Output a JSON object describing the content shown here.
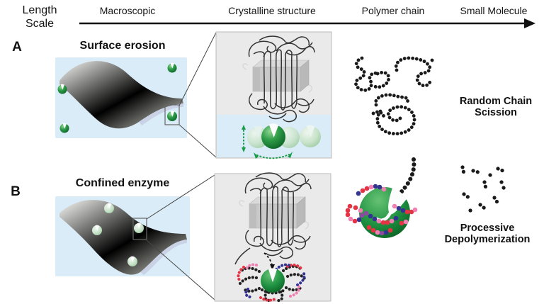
{
  "header": {
    "length_scale": {
      "line1": "Length",
      "line2": "Scale"
    },
    "columns": [
      "Macroscopic",
      "Crystalline structure",
      "Polymer chain",
      "Small Molecule"
    ]
  },
  "rows": {
    "a": {
      "label": "A",
      "title": "Surface erosion",
      "mechanism": "Random Chain Scission"
    },
    "b": {
      "label": "B",
      "title": "Confined enzyme",
      "mechanism": "Processive Depolymerization"
    }
  },
  "colors": {
    "solution_blue": "#d9ecf7",
    "panel_gray": "#eaeaea",
    "enzyme_green_dark": "#15813a",
    "enzyme_green_pale": "#cde4cf",
    "motion_arrow_green": "#1a9c4a",
    "bead_red": "#e43444",
    "bead_pink": "#f07fb2",
    "bead_navy": "#333392",
    "bead_purple": "#8a4ba0",
    "chain_black": "#1a1a1a",
    "sheet_white": "#f0f0eb",
    "sheet_edge_blue": "#c8cfe3"
  }
}
